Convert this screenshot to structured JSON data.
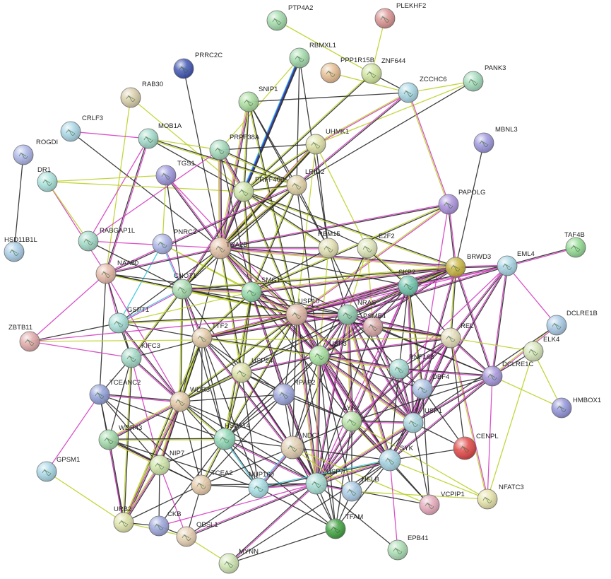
{
  "nodes": [
    {
      "label": "PTP4A2",
      "color": "#9fd9a8"
    },
    {
      "label": "PLEKHF2",
      "color": "#d98f8f"
    },
    {
      "label": "RBMXL1",
      "color": "#9fd9a8"
    },
    {
      "label": "PPP1R15B",
      "color": "#e6bb8e"
    },
    {
      "label": "ZNF644",
      "color": "#cfe39a"
    },
    {
      "label": "PRRC2C",
      "color": "#3a4fb0"
    },
    {
      "label": "PANK3",
      "color": "#9fd9b8"
    },
    {
      "label": "RAB30",
      "color": "#d8cba6"
    },
    {
      "label": "ZCCHC6",
      "color": "#a6d6e6"
    },
    {
      "label": "SNIP1",
      "color": "#a8dc9c"
    },
    {
      "label": "CRLF3",
      "color": "#a6d6e6"
    },
    {
      "label": "MOB1A",
      "color": "#9fdac8"
    },
    {
      "label": "UHMK1",
      "color": "#dfe3a6"
    },
    {
      "label": "MBNL3",
      "color": "#9a94dc"
    },
    {
      "label": "ROGDI",
      "color": "#a9b3e6"
    },
    {
      "label": "PRPF38A",
      "color": "#9fd9b8"
    },
    {
      "label": "TGS1",
      "color": "#9a94dc"
    },
    {
      "label": "DR1",
      "color": "#a6e0da"
    },
    {
      "label": "PRPF40B",
      "color": "#cfe6a6"
    },
    {
      "label": "LRIG2",
      "color": "#e3d3a6"
    },
    {
      "label": "PAPOLG",
      "color": "#a98fdc"
    },
    {
      "label": "HSD11B1L",
      "color": "#a6cbe6"
    },
    {
      "label": "RABGAP1L",
      "color": "#9fd9c6"
    },
    {
      "label": "PNRC2",
      "color": "#a9b3e6"
    },
    {
      "label": "TRA2B",
      "color": "#e6c2a6"
    },
    {
      "label": "RBM15",
      "color": "#e3dfb0"
    },
    {
      "label": "E2F2",
      "color": "#dfe6b8"
    },
    {
      "label": "TAF4B",
      "color": "#8fd98f"
    },
    {
      "label": "NAA50",
      "color": "#e6b8a6"
    },
    {
      "label": "BRWD3",
      "color": "#c9b53c"
    },
    {
      "label": "EML4",
      "color": "#a6d6e6"
    },
    {
      "label": "CNOT1",
      "color": "#a8dcb0"
    },
    {
      "label": "SMG1",
      "color": "#8fd9a6"
    },
    {
      "label": "SKP2",
      "color": "#6fc9b0"
    },
    {
      "label": "GSPT1",
      "color": "#a6e0da"
    },
    {
      "label": "USP10",
      "color": "#e3bba6"
    },
    {
      "label": "NRAS",
      "color": "#8fcfb0"
    },
    {
      "label": "PSME4",
      "color": "#d9a6a6"
    },
    {
      "label": "DCLRE1B",
      "color": "#a6c9e6"
    },
    {
      "label": "ZBTB11",
      "color": "#e0a6a6"
    },
    {
      "label": "TTF2",
      "color": "#e6c9a6"
    },
    {
      "label": "REL",
      "color": "#e6dfb8"
    },
    {
      "label": "ELK4",
      "color": "#d6e6b8"
    },
    {
      "label": "KIFC3",
      "color": "#9fd9c6"
    },
    {
      "label": "USP3",
      "color": "#a8e6a0"
    },
    {
      "label": "RNF168",
      "color": "#9fdad0"
    },
    {
      "label": "DCLRE1C",
      "color": "#a394dc"
    },
    {
      "label": "USP24",
      "color": "#dfe3a6"
    },
    {
      "label": "DBF4",
      "color": "#a9c3e6"
    },
    {
      "label": "TCEANC2",
      "color": "#8f9fd9"
    },
    {
      "label": "WDR3",
      "color": "#e6c9a6"
    },
    {
      "label": "RPAP2",
      "color": "#9aa3dc"
    },
    {
      "label": "HMBOX1",
      "color": "#8f8fd9"
    },
    {
      "label": "LYN",
      "color": "#b8e6a6"
    },
    {
      "label": "USP1",
      "color": "#a6d6e0"
    },
    {
      "label": "WDR43",
      "color": "#9fd9a8"
    },
    {
      "label": "HSPA14",
      "color": "#8fd9b8"
    },
    {
      "label": "NDC1",
      "color": "#e3cfb0"
    },
    {
      "label": "CENPL",
      "color": "#e04040"
    },
    {
      "label": "GPSM1",
      "color": "#a6d6e6"
    },
    {
      "label": "NIP7",
      "color": "#cfe6a6"
    },
    {
      "label": "SYK",
      "color": "#a6d6e6"
    },
    {
      "label": "TCEA2",
      "color": "#e6c9a6"
    },
    {
      "label": "NUP160",
      "color": "#a6e0e6"
    },
    {
      "label": "USP7",
      "color": "#a6e0d6"
    },
    {
      "label": "HELB",
      "color": "#a6c9e6"
    },
    {
      "label": "VCPIP1",
      "color": "#e6a6b8"
    },
    {
      "label": "NFATC3",
      "color": "#e6e3a6"
    },
    {
      "label": "URB2",
      "color": "#dfe3a6"
    },
    {
      "label": "CKB",
      "color": "#9aa3dc"
    },
    {
      "label": "OBSL1",
      "color": "#e6cfb0"
    },
    {
      "label": "TFAM",
      "color": "#3a9f3a"
    },
    {
      "label": "EPB41",
      "color": "#a8dcb0"
    },
    {
      "label": "MYNN",
      "color": "#cfe6b0"
    }
  ],
  "edge_colors": {
    "coexpression": "#2b2b2b",
    "textmining": "#bcd12a",
    "experiments": "#d43fc2",
    "databases": "#3ac6d9",
    "cooccurrence": "#2f3fd1"
  }
}
